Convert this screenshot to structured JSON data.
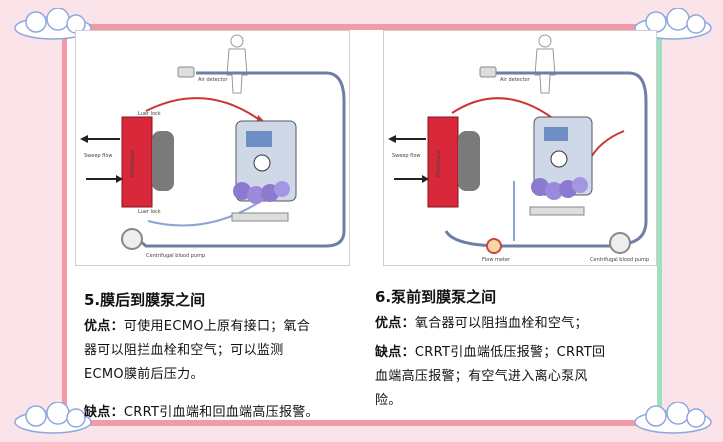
{
  "left": {
    "title": "5.膜后到膜泵之间",
    "pros_label": "优点：",
    "pros_text_1": "可使用ECMO上原有接口；氧合",
    "pros_text_2": "器可以阻拦血栓和空气；可以监测",
    "pros_text_3": "ECMO膜前后压力。",
    "cons_label": "缺点：",
    "cons_text": "CRRT引血端和回血端高压报警。",
    "diagram": {
      "air_detector": "Air detector",
      "luer_lock_top": "Luer lock",
      "luer_lock_bottom": "Luer lock",
      "sweep_flow": "Sweep flow",
      "membrane": "Membrane",
      "pump": "Centrifugal blood pump"
    }
  },
  "right": {
    "title": "6.泵前到膜泵之间",
    "pros_label": "优点：",
    "pros_text": "氧合器可以阻挡血栓和空气；",
    "cons_label": "缺点：",
    "cons_text_1": "CRRT引血端低压报警；CRRT回",
    "cons_text_2": "血端高压报警；有空气进入离心泵风",
    "cons_text_3": "险。",
    "diagram": {
      "air_detector": "Air detector",
      "sweep_flow": "Sweep flow",
      "membrane": "Membrane",
      "flow_meter": "Flow meter",
      "pump": "Centrifugal blood pump"
    }
  },
  "colors": {
    "border": "#f39aa8",
    "border_right": "#9fe0c0",
    "background": "#fbe3ea"
  }
}
